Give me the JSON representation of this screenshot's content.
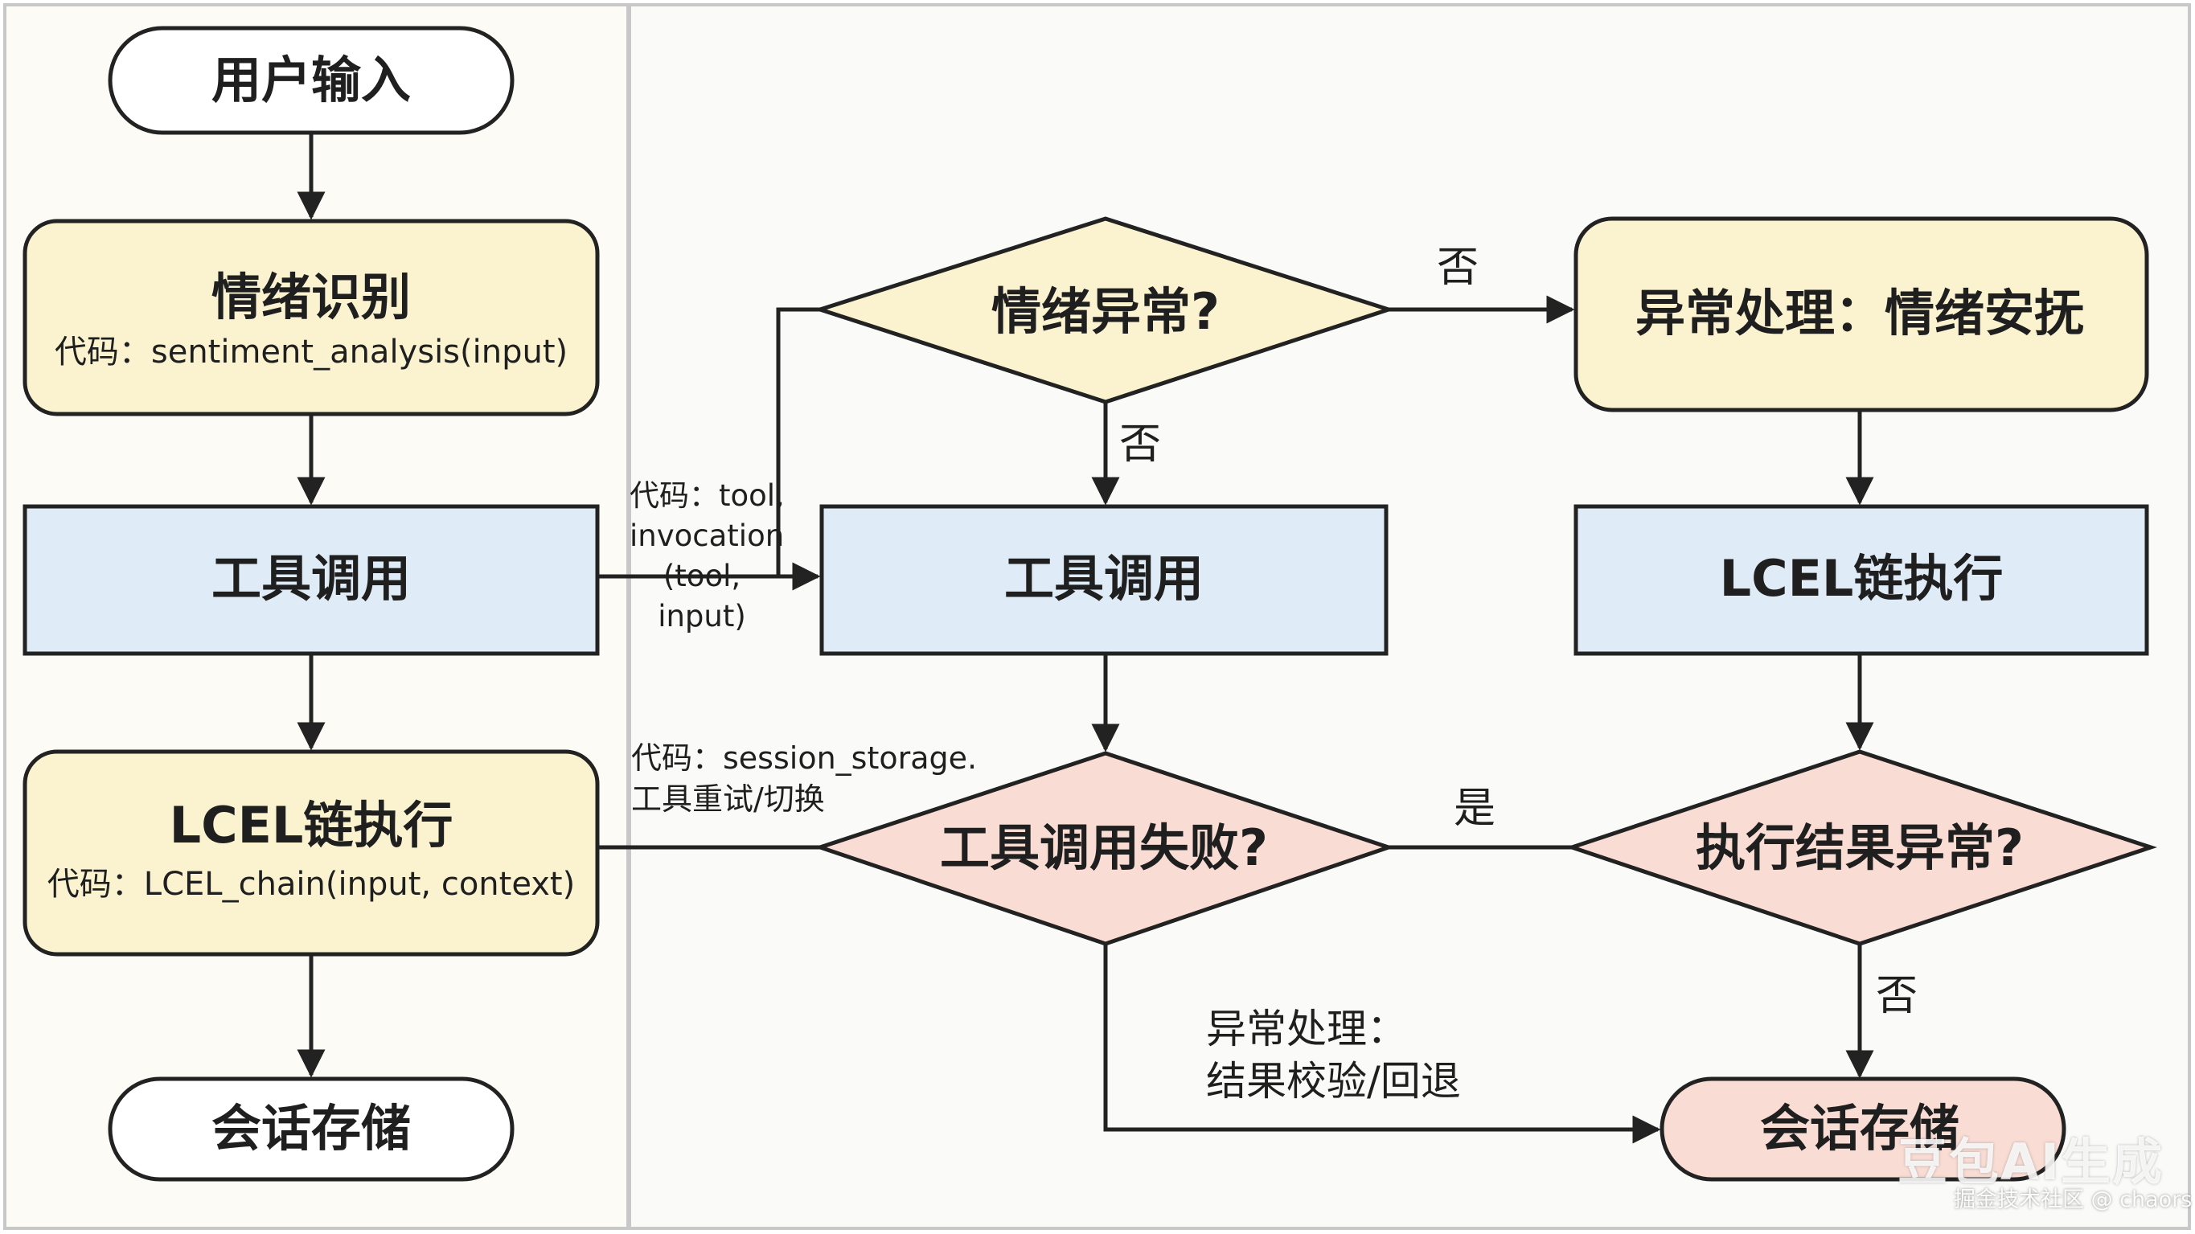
{
  "nodes": {
    "user_input": "用户输入",
    "emotion_recognition": {
      "title": "情绪识别",
      "code": "代码：sentiment_analysis(input)"
    },
    "tool_call_left": "工具调用",
    "lcel_left": {
      "title": "LCEL链执行",
      "code": "代码：LCEL_chain(input, context)"
    },
    "session_store_left": "会话存储",
    "emotion_abnormal": "情绪异常?",
    "exception_soothe": "异常处理：情绪安抚",
    "tool_call_mid": "工具调用",
    "lcel_right": "LCEL链执行",
    "tool_call_failed": "工具调用失败?",
    "result_abnormal": "执行结果异常?",
    "session_store_right": "会话存储"
  },
  "edge_labels": {
    "no_1": "否",
    "no_2": "否",
    "yes": "是",
    "no_3": "否",
    "tool_code": [
      "代码：tool,",
      "invocation",
      "(tool,",
      "input)"
    ],
    "session_code": [
      "代码：session_storage.",
      "工具重试/切换"
    ],
    "exception_handling": [
      "异常处理：",
      "结果校验/回退"
    ]
  },
  "watermark": {
    "brand": "豆包AI生成",
    "credit": "掘金技术社区 @ chaors"
  },
  "colors": {
    "yellow_fill": "#fbf3cf",
    "blue_fill": "#dfecf8",
    "pink_fill": "#f9dcd3",
    "white_fill": "#ffffff",
    "stroke": "#222222",
    "left_panel_bg": "#fcfbf6",
    "right_panel_bg": "#fafaf8"
  }
}
